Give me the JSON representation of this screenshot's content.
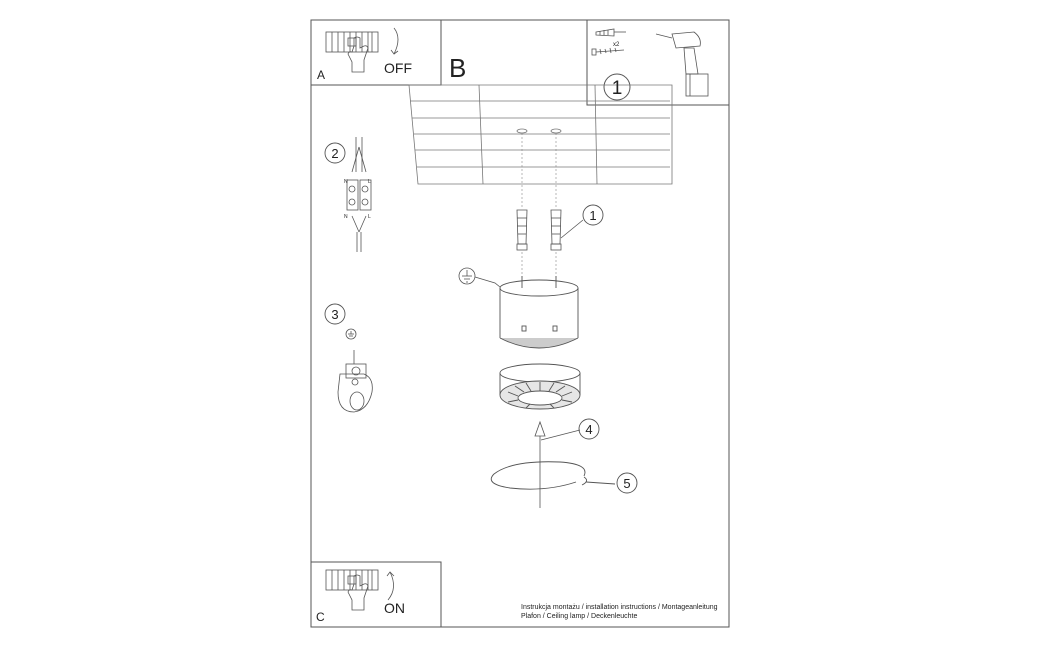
{
  "panels": {
    "a": {
      "letter": "A",
      "action": "OFF"
    },
    "b": {
      "letter": "B"
    },
    "c": {
      "letter": "C",
      "action": "ON"
    }
  },
  "tools": {
    "quantity": "x2",
    "step": "1"
  },
  "steps": [
    "1",
    "2",
    "3",
    "4",
    "5"
  ],
  "wiring": {
    "n_top": "N",
    "l_top": "L",
    "n_bottom": "N",
    "l_bottom": "L"
  },
  "footer": {
    "line1": "Instrukcja montażu / installation instructions / Montageanleitung",
    "line2": "Plafon / Ceiling lamp / Deckenleuchte"
  }
}
